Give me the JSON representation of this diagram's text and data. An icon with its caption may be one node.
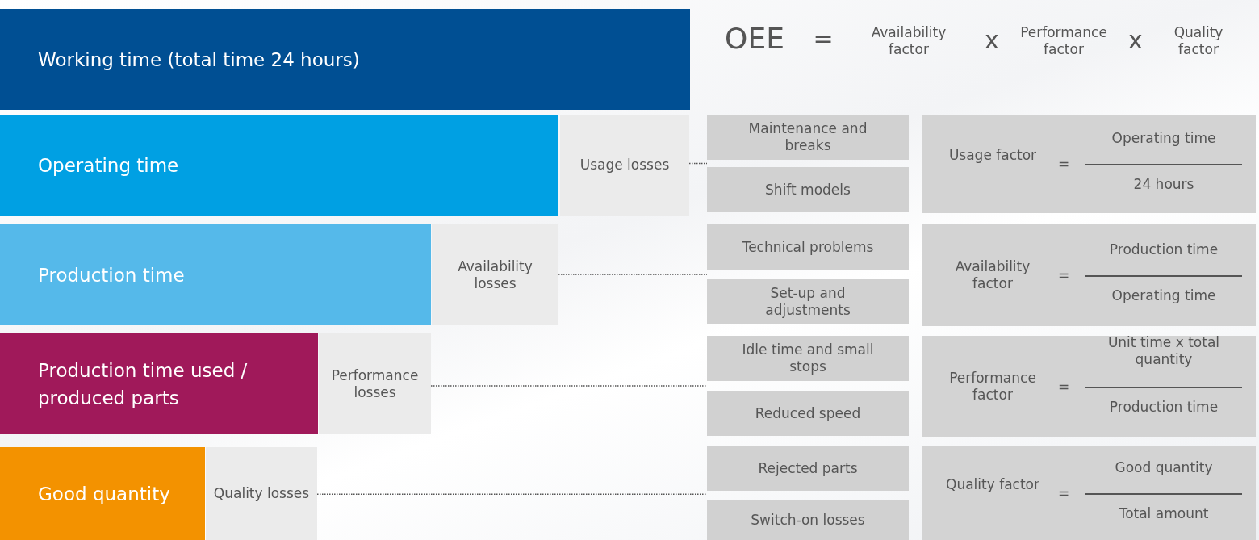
{
  "diagram": {
    "nodes": [
      {
        "text": [
          "Working time (total time 24 hours)"
        ]
      },
      {
        "text": [
          "Operating time"
        ]
      },
      {
        "text": [
          "Usage losses"
        ]
      },
      {
        "text": [
          "Maintenance and breaks"
        ]
      },
      {
        "text": [
          "Shift models"
        ]
      },
      {
        "text": [
          "Usage factor",
          "=",
          "Operating time",
          "24 hours"
        ]
      },
      {
        "text": [
          "Production time"
        ]
      },
      {
        "text": [
          "Availability losses"
        ]
      },
      {
        "text": [
          "Technical problems"
        ]
      },
      {
        "text": [
          "Set-up and adjustments"
        ]
      },
      {
        "text": [
          "Availability factor",
          "=",
          "Production time",
          "Operating time"
        ]
      },
      {
        "text": [
          "Production time used / produced parts"
        ]
      },
      {
        "text": [
          "Performance losses"
        ]
      },
      {
        "text": [
          "Idle time and small stops"
        ]
      },
      {
        "text": [
          "Reduced speed"
        ]
      },
      {
        "text": [
          "Performance factor",
          "=",
          "Unit time x total quantity",
          "Production time"
        ]
      },
      {
        "text": [
          "Good quantity"
        ]
      },
      {
        "text": [
          "Quality losses"
        ]
      },
      {
        "text": [
          "Rejected parts"
        ]
      },
      {
        "text": [
          "Switch-on losses"
        ]
      },
      {
        "text": [
          "Quality factor",
          "=",
          "Good quantity",
          "Total amount"
        ]
      }
    ],
    "edges": [
      {
        "from": 2,
        "to": 3,
        "arrow": "none",
        "style": "dashed"
      },
      {
        "from": 2,
        "to": 4,
        "arrow": "none",
        "style": "dashed"
      },
      {
        "from": 7,
        "to": 8,
        "arrow": "none",
        "style": "dashed"
      },
      {
        "from": 7,
        "to": 9,
        "arrow": "none",
        "style": "dashed"
      },
      {
        "from": 12,
        "to": 13,
        "arrow": "none",
        "style": "dashed"
      },
      {
        "from": 12,
        "to": 14,
        "arrow": "none",
        "style": "dashed"
      },
      {
        "from": 17,
        "to": 18,
        "arrow": "none",
        "style": "dashed"
      },
      {
        "from": 17,
        "to": 19,
        "arrow": "none",
        "style": "dashed"
      }
    ],
    "labels": [
      "OEE",
      "=",
      "Availability factor",
      "x",
      "Performance factor",
      "x",
      "Quality factor"
    ]
  }
}
